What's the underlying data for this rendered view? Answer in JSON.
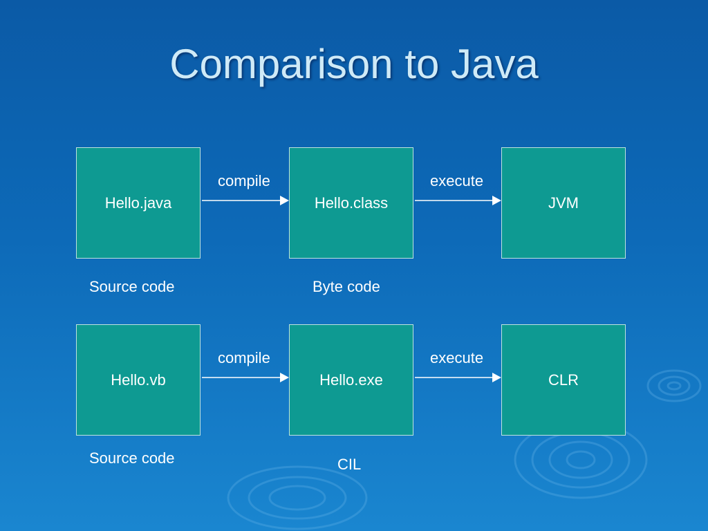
{
  "title": "Comparison to Java",
  "rows": [
    {
      "boxes": [
        "Hello.java",
        "Hello.class",
        "JVM"
      ],
      "edges": [
        "compile",
        "execute"
      ],
      "captions": [
        "Source code",
        "Byte code"
      ]
    },
    {
      "boxes": [
        "Hello.vb",
        "Hello.exe",
        "CLR"
      ],
      "edges": [
        "compile",
        "execute"
      ],
      "captions": [
        "Source code",
        "CIL"
      ]
    }
  ],
  "colors": {
    "background": "#0b5aa6",
    "box_fill": "#0e9a92",
    "title_text": "#cfeaf7",
    "text": "#ffffff"
  }
}
